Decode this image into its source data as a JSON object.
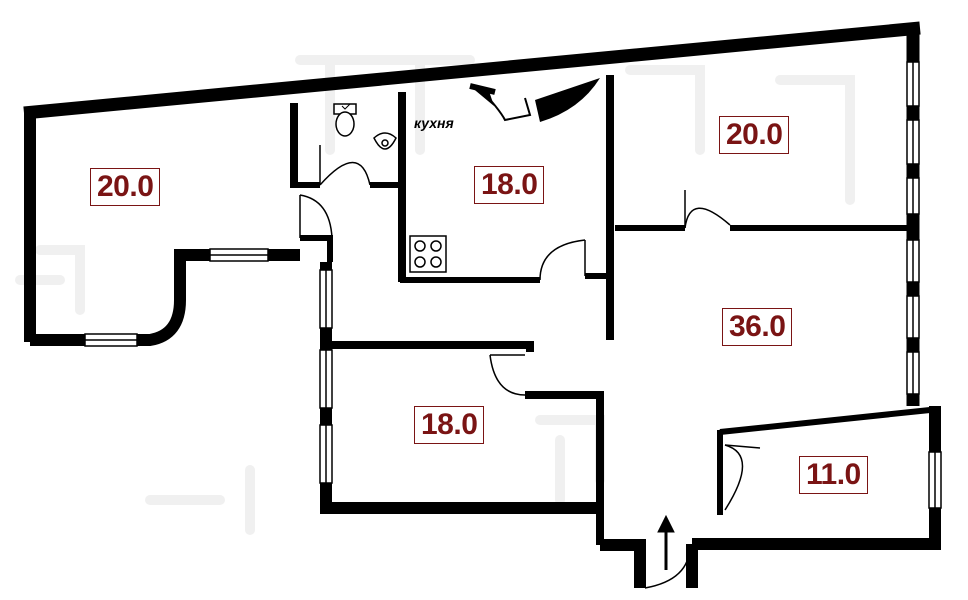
{
  "rooms": {
    "room_west": {
      "area": "20.0"
    },
    "kitchen": {
      "name": "кухня",
      "area": "18.0"
    },
    "room_north_east": {
      "area": "20.0"
    },
    "hall": {
      "area": "36.0"
    },
    "room_south": {
      "area": "18.0"
    },
    "room_small": {
      "area": "11.0"
    }
  },
  "colors": {
    "wall": "#000000",
    "label_text": "#7a1414",
    "background": "#ffffff",
    "watermark": "#f1f1f1"
  }
}
